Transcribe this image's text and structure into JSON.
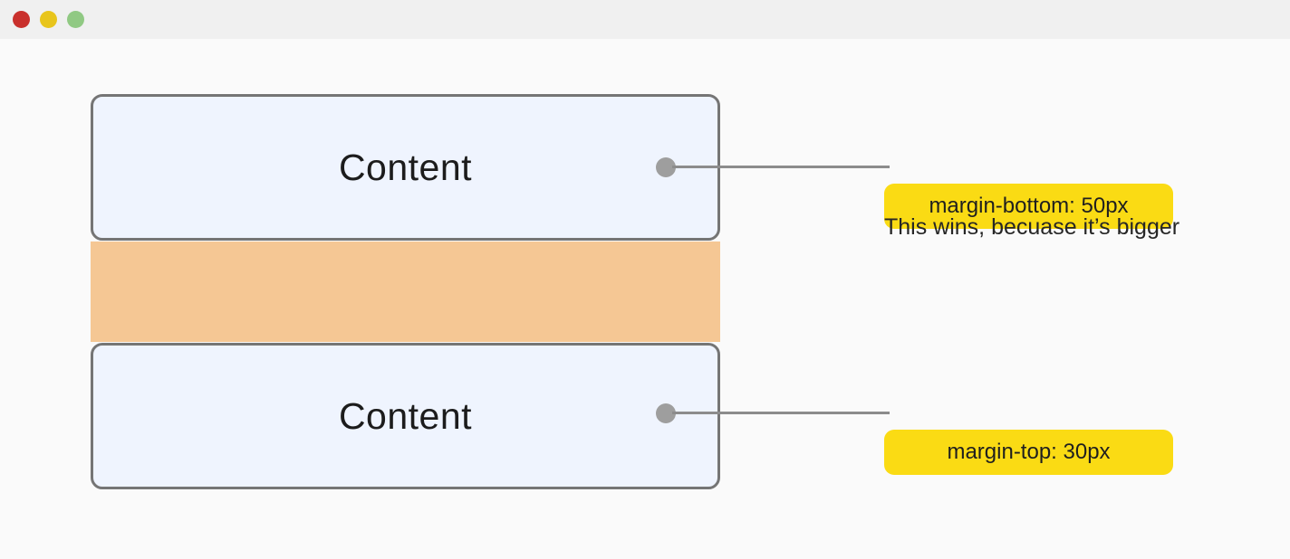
{
  "window": {
    "title": "",
    "background_color": "#fafafa",
    "titlebar_color": "#f0f0f0",
    "traffic_lights": [
      {
        "name": "close",
        "color": "#c9302c"
      },
      {
        "name": "minimize",
        "color": "#e8c51c"
      },
      {
        "name": "maximize",
        "color": "#90c983"
      }
    ]
  },
  "diagram": {
    "topic": "margin collapsing",
    "accent_badge_color": "#fadb14",
    "box_fill_color": "#eff4fe",
    "box_border_color": "#757575",
    "margin_band_color": "#f5c794",
    "connector_color": "#8c8c8c",
    "boxes": [
      {
        "label": "Content"
      },
      {
        "label": "Content"
      }
    ],
    "callouts": [
      {
        "badge": "margin-bottom: 50px",
        "note": "This wins, becuase it’s bigger"
      },
      {
        "badge": "margin-top: 30px",
        "note": ""
      }
    ]
  }
}
